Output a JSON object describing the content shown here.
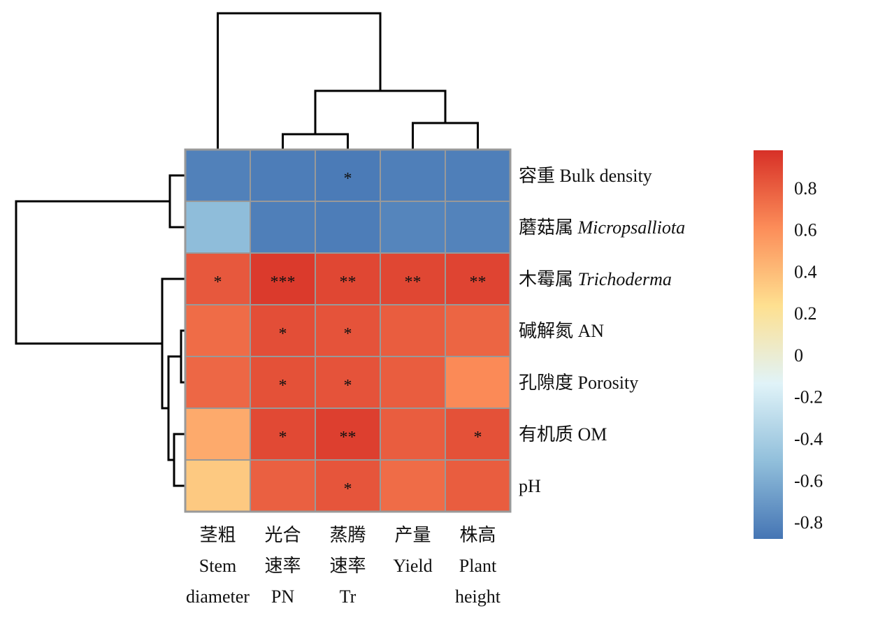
{
  "chart_data": {
    "type": "heatmap",
    "columns": [
      [
        "茎粗",
        "Stem",
        "diameter"
      ],
      [
        "光合",
        "速率",
        "PN"
      ],
      [
        "蒸腾",
        "速率",
        "Tr"
      ],
      [
        "产量",
        "Yield"
      ],
      [
        "株高",
        "Plant",
        "height"
      ]
    ],
    "rows": [
      {
        "cn": "容重",
        "en": "Bulk density",
        "italic": false
      },
      {
        "cn": "蘑菇属",
        "en": "Micropsalliota",
        "italic": true
      },
      {
        "cn": "木霉属",
        "en": "Trichoderma",
        "italic": true
      },
      {
        "cn": "碱解氮",
        "en": "AN",
        "italic": false
      },
      {
        "cn": "孔隙度",
        "en": "Porosity",
        "italic": false
      },
      {
        "cn": "有机质",
        "en": "OM",
        "italic": false
      },
      {
        "cn": "",
        "en": "pH",
        "italic": false
      }
    ],
    "values": [
      [
        -0.82,
        -0.84,
        -0.85,
        -0.83,
        -0.83
      ],
      [
        -0.52,
        -0.83,
        -0.84,
        -0.8,
        -0.81
      ],
      [
        0.82,
        0.94,
        0.89,
        0.89,
        0.9
      ],
      [
        0.74,
        0.86,
        0.84,
        0.8,
        0.77
      ],
      [
        0.76,
        0.85,
        0.84,
        0.8,
        0.62
      ],
      [
        0.48,
        0.88,
        0.92,
        0.8,
        0.85
      ],
      [
        0.34,
        0.79,
        0.83,
        0.74,
        0.8
      ]
    ],
    "significance": [
      [
        "",
        "",
        "*",
        "",
        ""
      ],
      [
        "",
        "",
        "",
        "",
        ""
      ],
      [
        "*",
        "***",
        "**",
        "**",
        "**"
      ],
      [
        "",
        "*",
        "*",
        "",
        ""
      ],
      [
        "",
        "*",
        "*",
        "",
        ""
      ],
      [
        "",
        "*",
        "**",
        "",
        "*"
      ],
      [
        "",
        "",
        "*",
        "",
        ""
      ]
    ],
    "colorbar": {
      "min": -0.88,
      "max": 0.98,
      "ticks": [
        0.8,
        0.6,
        0.4,
        0.2,
        0,
        -0.2,
        -0.4,
        -0.6,
        -0.8
      ],
      "tick_labels": [
        "0.8",
        "0.6",
        "0.4",
        "0.2",
        "0",
        "-0.2",
        "-0.4",
        "-0.6",
        "-0.8"
      ],
      "colors": [
        "#4575b4",
        "#91bfdb",
        "#e0f3f8",
        "#fee090",
        "#fc8d59",
        "#d73027"
      ]
    },
    "column_order_tree": "(Stem, ((PN, Tr), (Yield, Height)))",
    "row_order_tree": "((Bulk density, Micropsalliota), (Trichoderma, ((AN, Porosity), (OM, pH))))",
    "grid_color": "#999999"
  }
}
